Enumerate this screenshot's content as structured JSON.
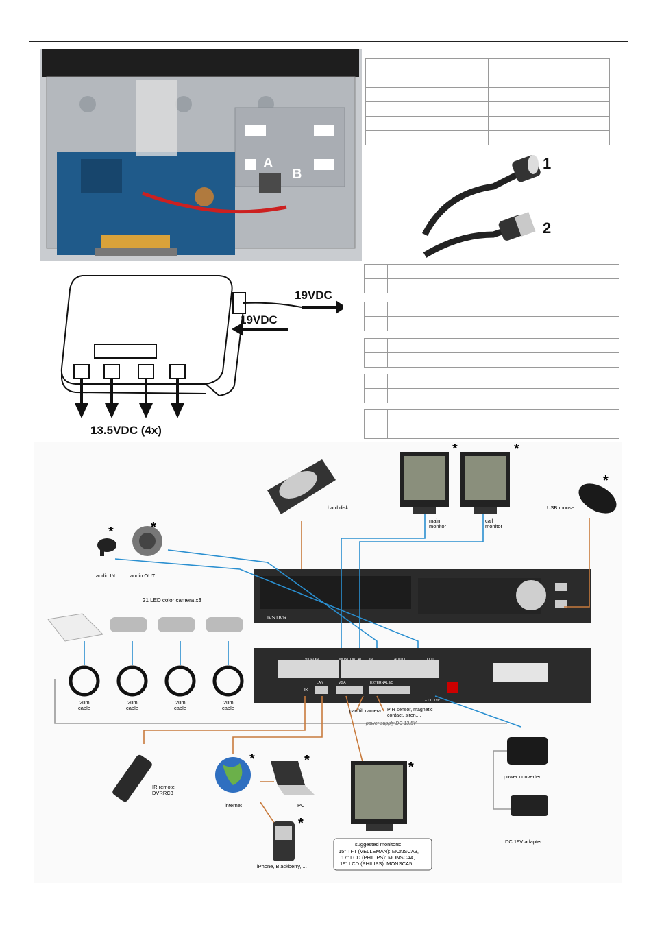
{
  "photo_labels": {
    "connector_a": "A",
    "connector_b": "B"
  },
  "cable_labels": {
    "item1": "1",
    "item2": "2"
  },
  "power_split": {
    "out_voltage": "19VDC",
    "in_voltage": "19VDC",
    "outputs": "13.5VDC  (4x)"
  },
  "diagram": {
    "asterisk": "*",
    "hard_disk": "hard disk",
    "main_monitor": [
      "main",
      "monitor"
    ],
    "call_monitor": [
      "call",
      "monitor"
    ],
    "usb_mouse": "USB mouse",
    "audio_in": "audio IN",
    "audio_out": "audio OUT",
    "cameras_title": "21 LED color camera x3",
    "cable": [
      "20m",
      "cable"
    ],
    "dvr_brand": "IVS DVR",
    "rear_labels": [
      "VIDEO",
      "IN",
      "MONITOR",
      "CALL",
      "IN",
      "AUDIO",
      "OUT",
      "IR",
      "LAN",
      "VGA",
      "EXTERNAL I/O",
      "+ DC 19V"
    ],
    "pan_tilt": "pan/tilt camera",
    "pir": [
      "PIR sensor, magnetic",
      "contact, siren,..."
    ],
    "power_supply": "power supply DC 13.5V",
    "power_converter": "power converter",
    "adapter": "DC 19V adapter",
    "ir_remote": [
      "IR remote",
      "DVRRC3"
    ],
    "internet": "internet",
    "pc": "PC",
    "phone": "iPhone, Blackberry, ...",
    "monitors_title": "suggested monitors:",
    "monitors": [
      "15\" TFT (VELLEMAN): MONSCA3,",
      "17\" LCD (PHILIPS): MONSCA4,",
      "19\" LCD (PHILIPS): MONSCA5"
    ]
  },
  "colors": {
    "blue_wire": "#2a8fd0",
    "orange_wire": "#c87a3c",
    "grey_wire": "#999999",
    "panel": "#2b2b2b"
  }
}
